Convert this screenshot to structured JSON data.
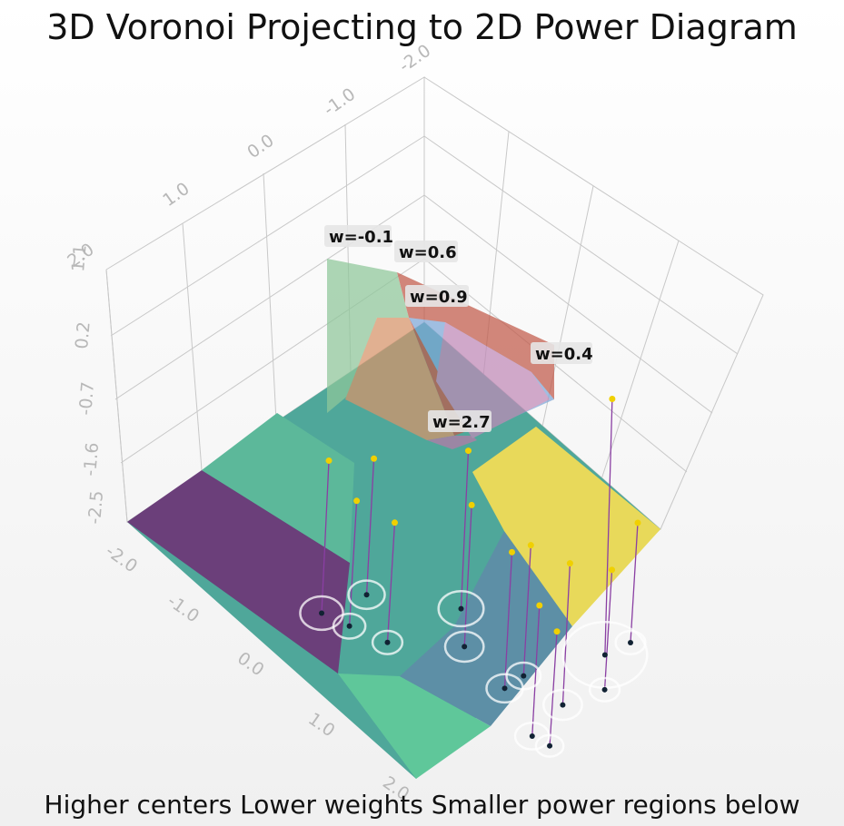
{
  "title": "3D Voronoi Projecting to 2D Power Diagram",
  "footer": "Higher centers  Lower weights  Smaller power regions below",
  "colors": {
    "background": "#ffffff",
    "grid": "#c8c8c8",
    "tick_text": "#b8b8b8",
    "region_purple": "#6b3f7a",
    "region_teal": "#4fa79a",
    "region_green": "#5fc79a",
    "region_blue": "#5d8fa6",
    "region_yellow": "#e8d95a",
    "connector": "#8a3fa3",
    "site_marker": "#f0d000",
    "ring": "#ffffff"
  },
  "chart_data": {
    "type": "scatter",
    "title": "3D Voronoi Projecting to 2D Power Diagram",
    "caption": "Higher centers  Lower weights  Smaller power regions below",
    "x_ticks": [
      "-2.0",
      "-1.0",
      "0.0",
      "1.0",
      "2.0"
    ],
    "y_ticks": [
      "-2.0",
      "-1.0",
      "0.0",
      "1.0",
      "2.0"
    ],
    "z_ticks": [
      "-2.5",
      "-1.6",
      "-0.7",
      "0.2",
      "1.1"
    ],
    "xlim": [
      -2.0,
      2.0
    ],
    "ylim": [
      -2.0,
      2.0
    ],
    "zlim": [
      -2.5,
      1.1
    ],
    "grid": true,
    "weight_labels": [
      "w=-0.1",
      "w=0.6",
      "w=0.9",
      "w=0.4",
      "w=2.7"
    ],
    "series": [
      {
        "name": "power diagram sites",
        "points": [
          {
            "x": 0.0,
            "y": 0.5,
            "w": 2.7
          },
          {
            "x": -0.9,
            "y": -0.8,
            "w": 0.5
          },
          {
            "x": -0.6,
            "y": -1.3,
            "w": 0.8
          },
          {
            "x": -0.4,
            "y": -1.2,
            "w": 0.3
          },
          {
            "x": -0.15,
            "y": -1.05,
            "w": 0.2
          },
          {
            "x": -0.1,
            "y": -0.5,
            "w": 0.6
          },
          {
            "x": 0.55,
            "y": -0.55,
            "w": 0.5
          },
          {
            "x": 0.35,
            "y": -0.3,
            "w": 0.4
          },
          {
            "x": 0.55,
            "y": 0.2,
            "w": 0.2
          },
          {
            "x": 0.8,
            "y": -0.25,
            "w": 0.6
          },
          {
            "x": 1.3,
            "y": -0.75,
            "w": 0.4
          },
          {
            "x": 1.45,
            "y": -0.7,
            "w": 0.1
          },
          {
            "x": -0.7,
            "y": -0.2,
            "w": 0.9
          },
          {
            "x": -0.2,
            "y": 0.8,
            "w": 0.2
          }
        ]
      }
    ]
  }
}
